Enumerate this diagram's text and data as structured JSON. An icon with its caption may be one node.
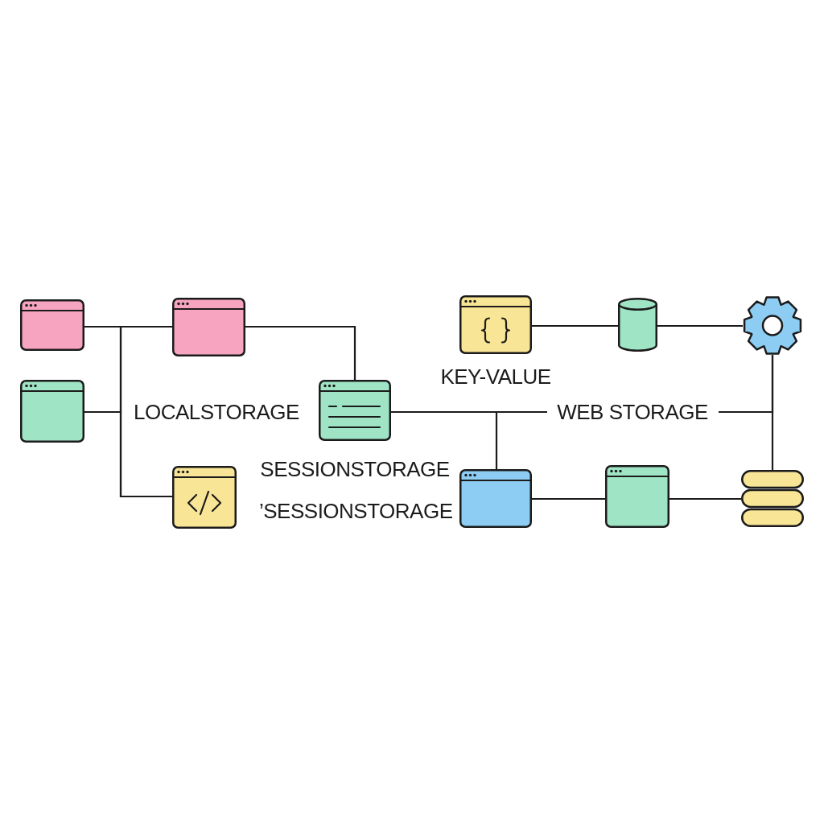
{
  "diagram": {
    "nodes": [
      {
        "text": [],
        "shape": "window"
      },
      {
        "text": [],
        "shape": "window"
      },
      {
        "text": [],
        "shape": "window"
      },
      {
        "text": [],
        "shape": "window"
      },
      {
        "text": [],
        "shape": "window",
        "beside": [
          "SESSIONSTORAGE"
        ]
      },
      {
        "text": [],
        "shape": "window",
        "beside": [
          "KEY-VALUE"
        ]
      },
      {
        "text": [],
        "shape": "cylinder"
      },
      {
        "text": [],
        "shape": "gear"
      },
      {
        "text": [],
        "shape": "window"
      },
      {
        "text": [],
        "shape": "window"
      },
      {
        "text": [],
        "shape": "stack"
      }
    ],
    "edges": [
      {
        "from": 0,
        "to": 2,
        "arrow": "none"
      },
      {
        "from": 0,
        "to": 3,
        "arrow": "none"
      },
      {
        "from": 1,
        "to": 2,
        "arrow": "none"
      },
      {
        "from": 1,
        "to": 3,
        "arrow": "none"
      },
      {
        "from": 2,
        "to": 4,
        "arrow": "none"
      },
      {
        "from": 4,
        "to": 8,
        "arrow": "none"
      },
      {
        "from": 4,
        "to": 7,
        "arrow": "none",
        "label": "WEB STORAGE"
      },
      {
        "from": 5,
        "to": 6,
        "arrow": "none"
      },
      {
        "from": 6,
        "to": 7,
        "arrow": "none"
      },
      {
        "from": 7,
        "to": 10,
        "arrow": "none"
      },
      {
        "from": 8,
        "to": 9,
        "arrow": "none"
      },
      {
        "from": 9,
        "to": 10,
        "arrow": "none"
      }
    ],
    "labels": [
      "LOCALSTORAGE",
      "’SESSIONSTORAGE"
    ]
  }
}
